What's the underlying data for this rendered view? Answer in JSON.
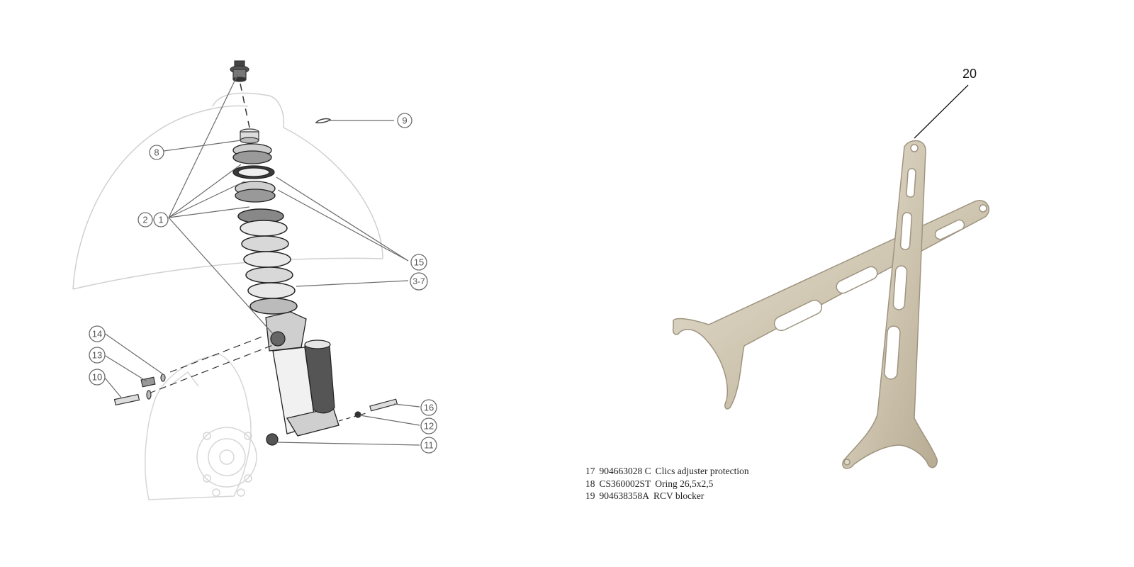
{
  "diagram": {
    "callouts": [
      {
        "id": "c1",
        "label": "1"
      },
      {
        "id": "c2",
        "label": "2"
      },
      {
        "id": "c8",
        "label": "8"
      },
      {
        "id": "c9",
        "label": "9"
      },
      {
        "id": "c15",
        "label": "15"
      },
      {
        "id": "c37",
        "label": "3-7"
      },
      {
        "id": "c14",
        "label": "14"
      },
      {
        "id": "c13",
        "label": "13"
      },
      {
        "id": "c10",
        "label": "10"
      },
      {
        "id": "c16",
        "label": "16"
      },
      {
        "id": "c12",
        "label": "12"
      },
      {
        "id": "c11",
        "label": "11"
      }
    ],
    "tool_callout": "20"
  },
  "parts_list": [
    {
      "num": "17",
      "code": "904663028 C",
      "desc": "Clics adjuster protection"
    },
    {
      "num": "18",
      "code": "CS360002ST",
      "desc": "Oring 26,5x2,5"
    },
    {
      "num": "19",
      "code": "904638358A",
      "desc": "RCV blocker"
    }
  ],
  "colors": {
    "line": "#6b6b6b",
    "ghost": "#cfcfcf",
    "steel_light": "#dcd5c4",
    "steel_dark": "#a89d86"
  }
}
